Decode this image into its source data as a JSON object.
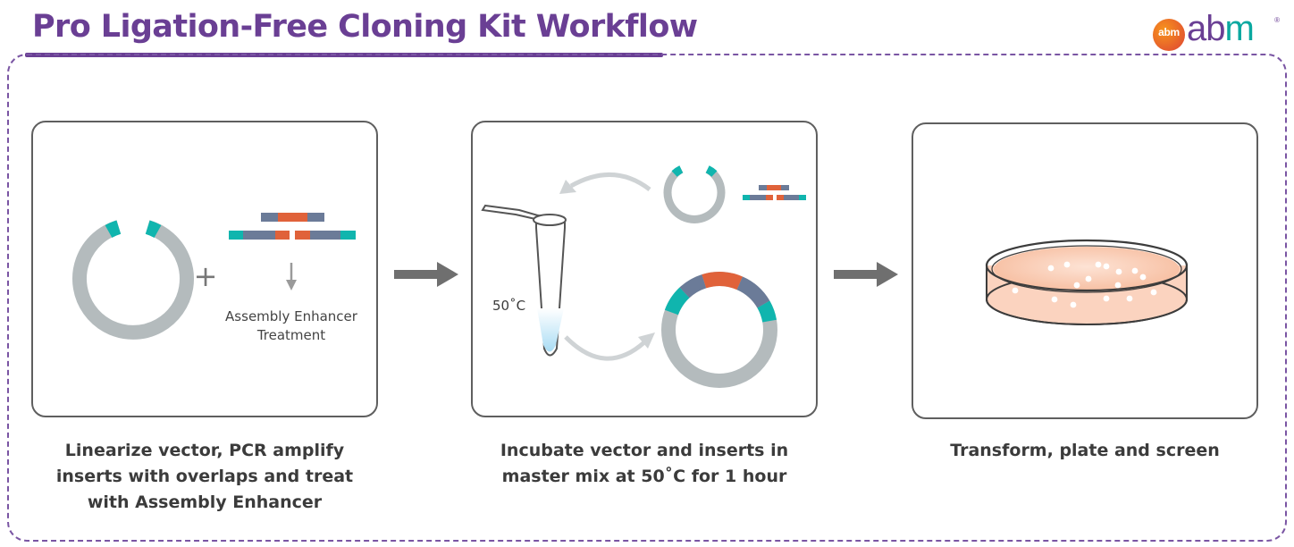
{
  "title": "Pro Ligation-Free Cloning Kit Workflow",
  "logo": {
    "badge": "abm",
    "word_a": "ab",
    "word_m": "m",
    "reg": "®"
  },
  "steps": [
    {
      "labels": {
        "plus": "+",
        "enhancer_1": "Assembly Enhancer",
        "enhancer_2": "Treatment"
      },
      "caption": [
        "Linearize vector, PCR amplify",
        "inserts with overlaps and treat",
        "with Assembly Enhancer"
      ]
    },
    {
      "labels": {
        "temperature": "50˚C"
      },
      "caption": [
        "Incubate vector and inserts in",
        "master mix at 50˚C for 1 hour"
      ]
    },
    {
      "caption": [
        "Transform, plate and screen"
      ]
    }
  ],
  "colors": {
    "title": "#6a3f94",
    "vector_grey": "#b4bbbd",
    "overlap_teal": "#10b5ae",
    "insert_slate": "#6b7b98",
    "insert_orange": "#e0623a",
    "arrow_grey": "#6f6f6f",
    "plate_fill": "#f9c9b1"
  }
}
